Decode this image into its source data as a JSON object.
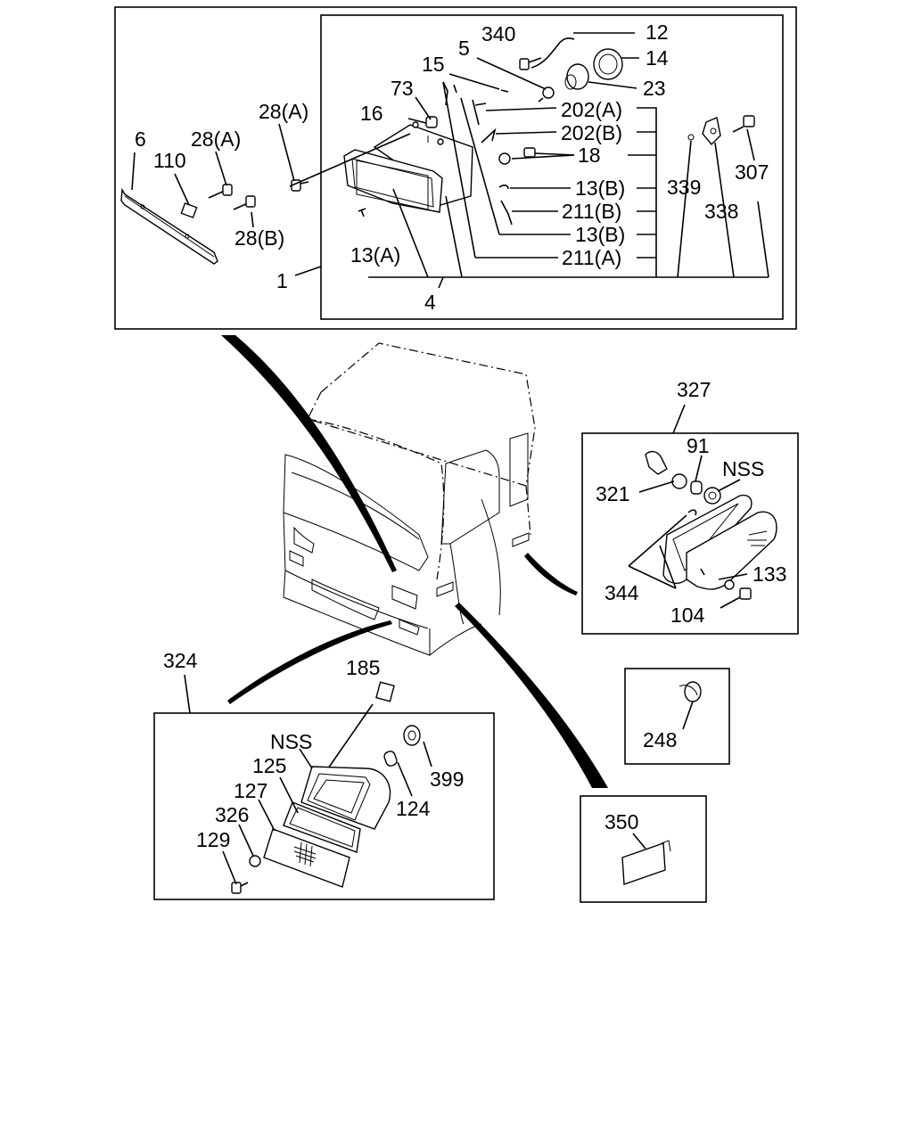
{
  "labels": {
    "l12": "12",
    "l14": "14",
    "l23": "23",
    "l340": "340",
    "l5": "5",
    "l15": "15",
    "l73": "73",
    "l16": "16",
    "l28a_1": "28(A)",
    "l28a_2": "28(A)",
    "l6": "6",
    "l110": "110",
    "l28b": "28(B)",
    "l202a": "202(A)",
    "l202b": "202(B)",
    "l18": "18",
    "l13b_1": "13(B)",
    "l211b": "211(B)",
    "l13b_2": "13(B)",
    "l211a": "211(A)",
    "l13a": "13(A)",
    "l1": "1",
    "l4": "4",
    "l339": "339",
    "l307": "307",
    "l338": "338",
    "l327": "327",
    "l91": "91",
    "lnss_1": "NSS",
    "l321": "321",
    "l344": "344",
    "l133": "133",
    "l104": "104",
    "l324": "324",
    "l185": "185",
    "lnss_2": "NSS",
    "l125": "125",
    "l127": "127",
    "l326": "326",
    "l129": "129",
    "l399": "399",
    "l124": "124",
    "l248": "248",
    "l350": "350"
  }
}
